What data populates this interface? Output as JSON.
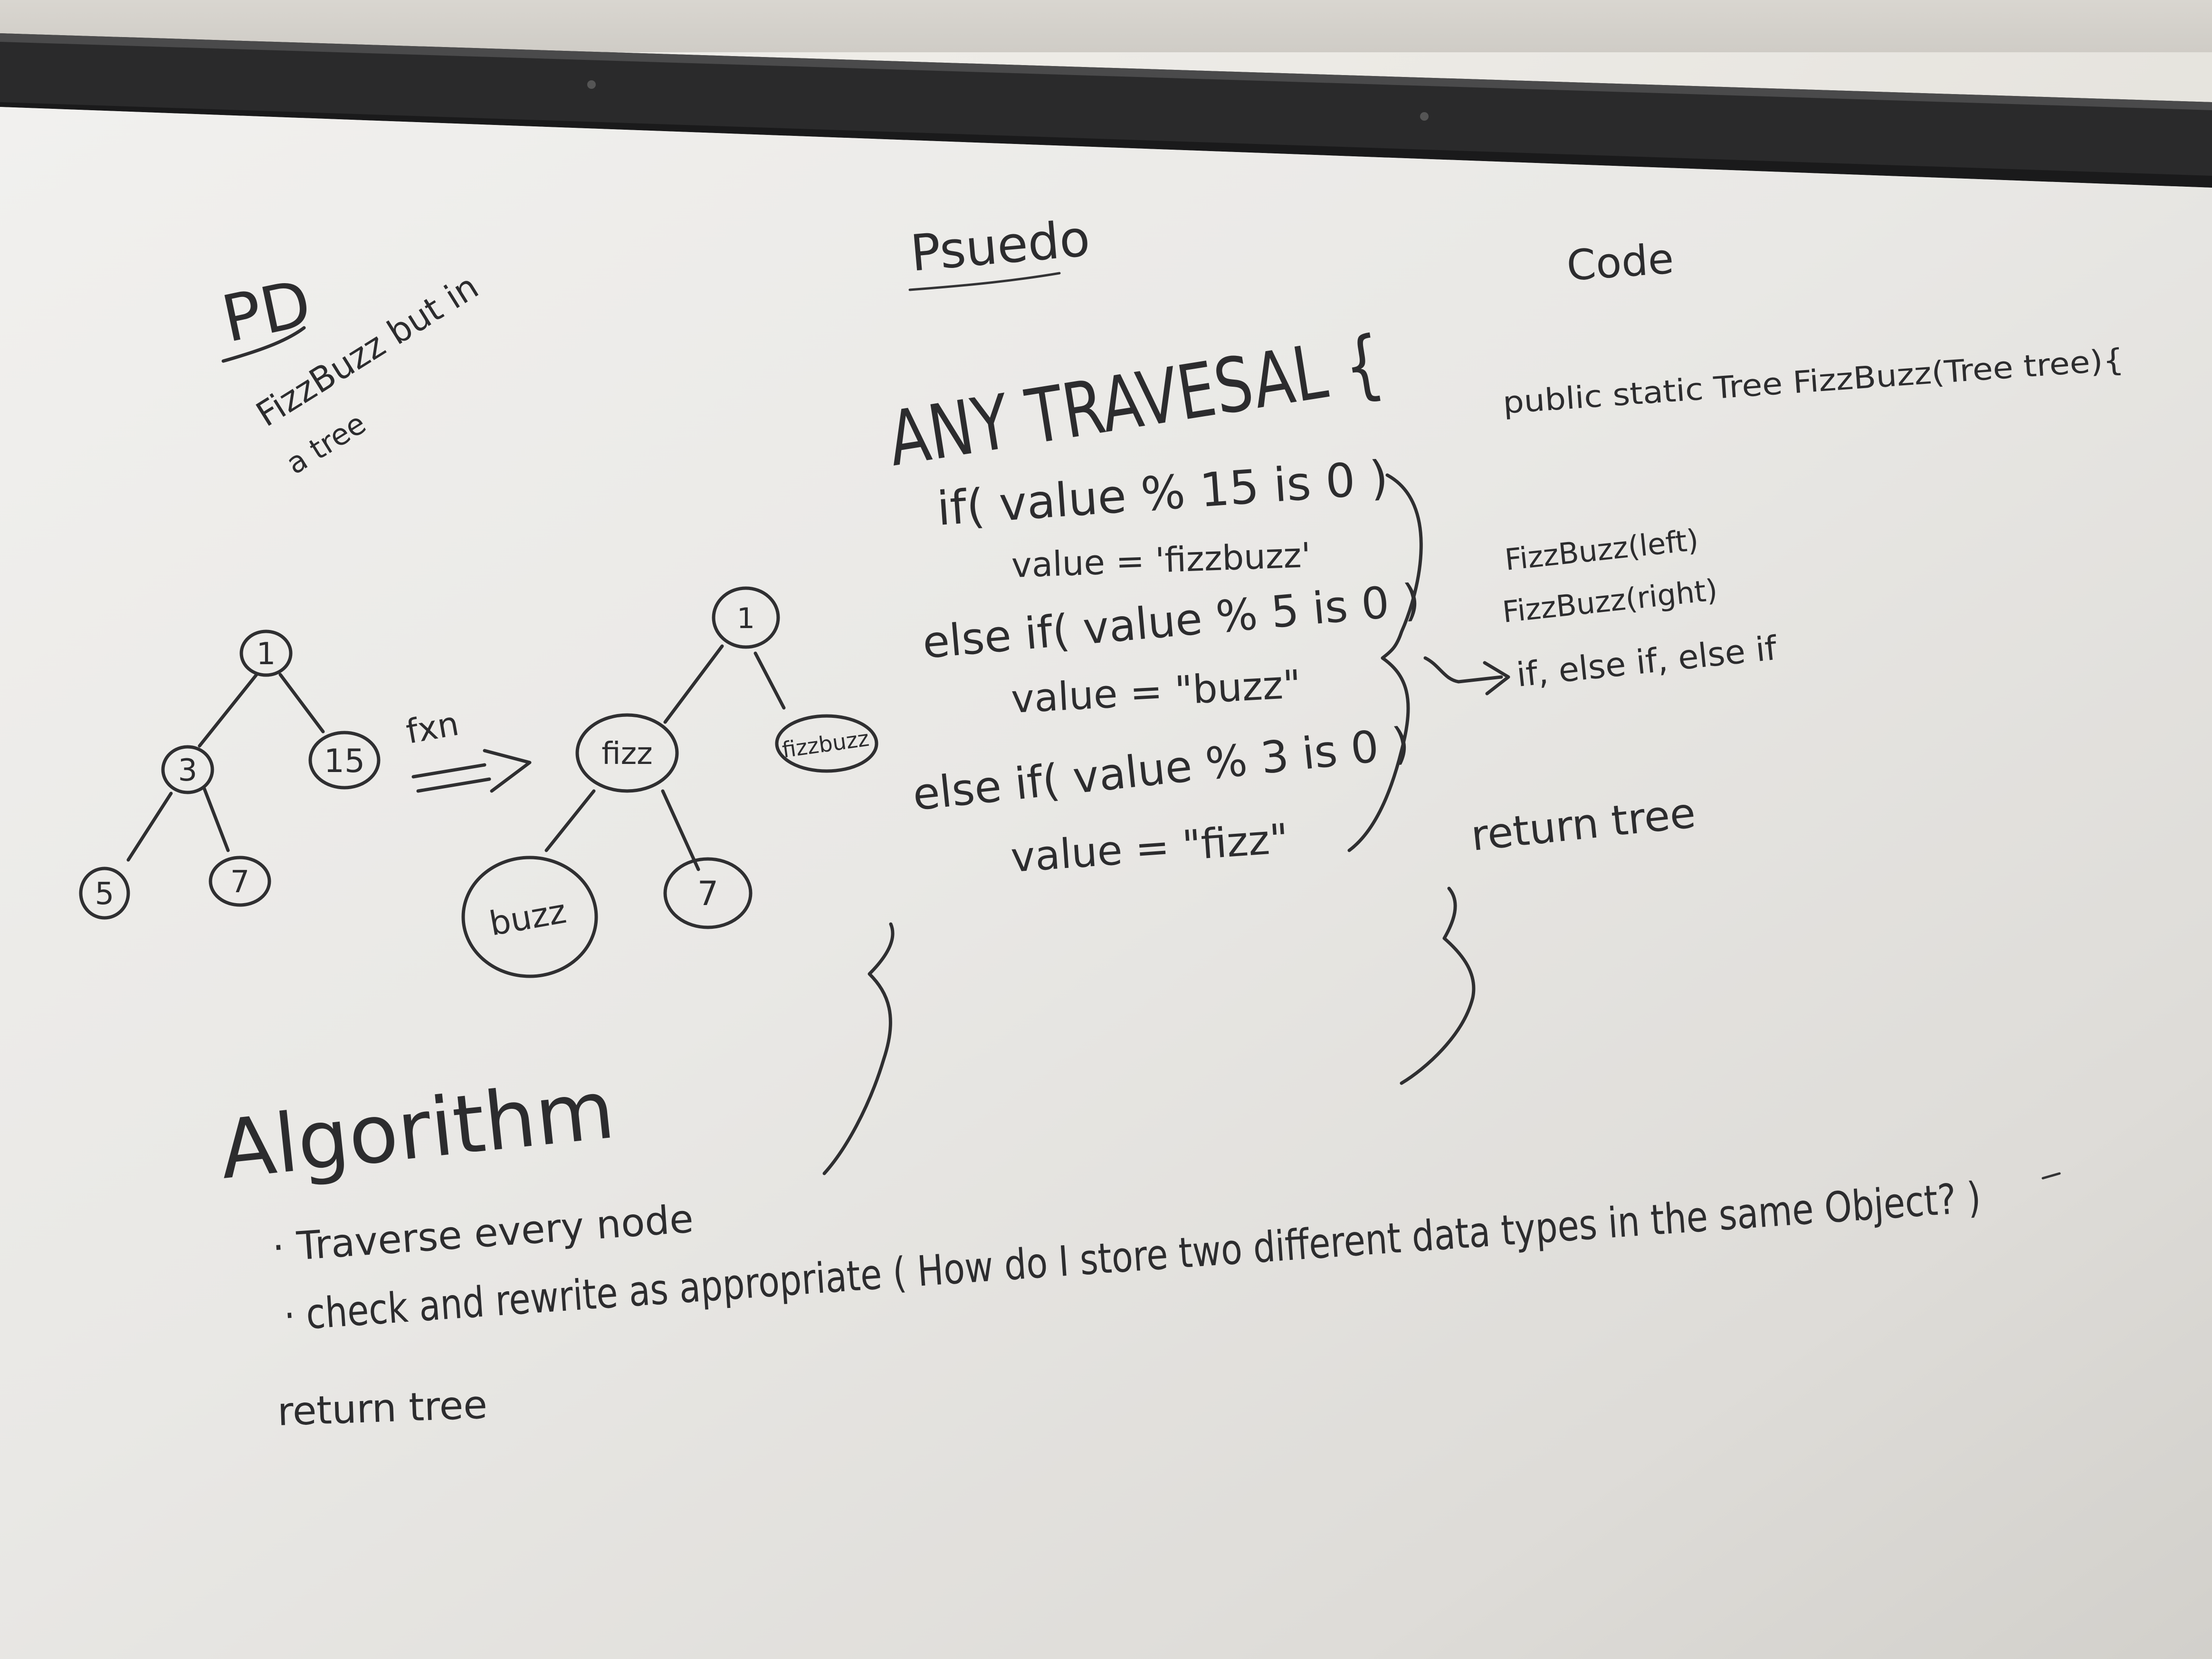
{
  "board": {
    "pd": {
      "heading": "PD",
      "line1": "FizzBuzz but in",
      "line2": "a tree"
    },
    "tree_before": {
      "nodes": [
        "1",
        "3",
        "15",
        "5",
        "7"
      ],
      "arrow_label": "fxn"
    },
    "tree_after": {
      "nodes": [
        "1",
        "fizz",
        "fizzbuzz",
        "buzz",
        "7"
      ]
    },
    "pseudo": {
      "heading": "Psuedo",
      "traversal": "ANY TRAVESAL {",
      "lines": [
        "if( value % 15 is 0 )",
        "value = 'fizzbuzz'",
        "else if( value % 5 is 0 )",
        "value = \"buzz\"",
        "else if( value % 3 is 0 )",
        "value = \"fizz\""
      ],
      "closing_brace": "}"
    },
    "code": {
      "heading": "Code",
      "signature": "public static Tree FizzBuzz(Tree tree){",
      "call_left": "FizzBuzz(left)",
      "call_right": "FizzBuzz(right)",
      "branch_note": "if, else if, else if",
      "return_line": "return tree",
      "closing_brace": "}"
    },
    "algorithm": {
      "heading": "Algorithm",
      "steps": [
        "· Traverse every node",
        "· check and rewrite as appropriate ( How do I store two different data types in the same Object? )",
        "return tree"
      ]
    }
  }
}
